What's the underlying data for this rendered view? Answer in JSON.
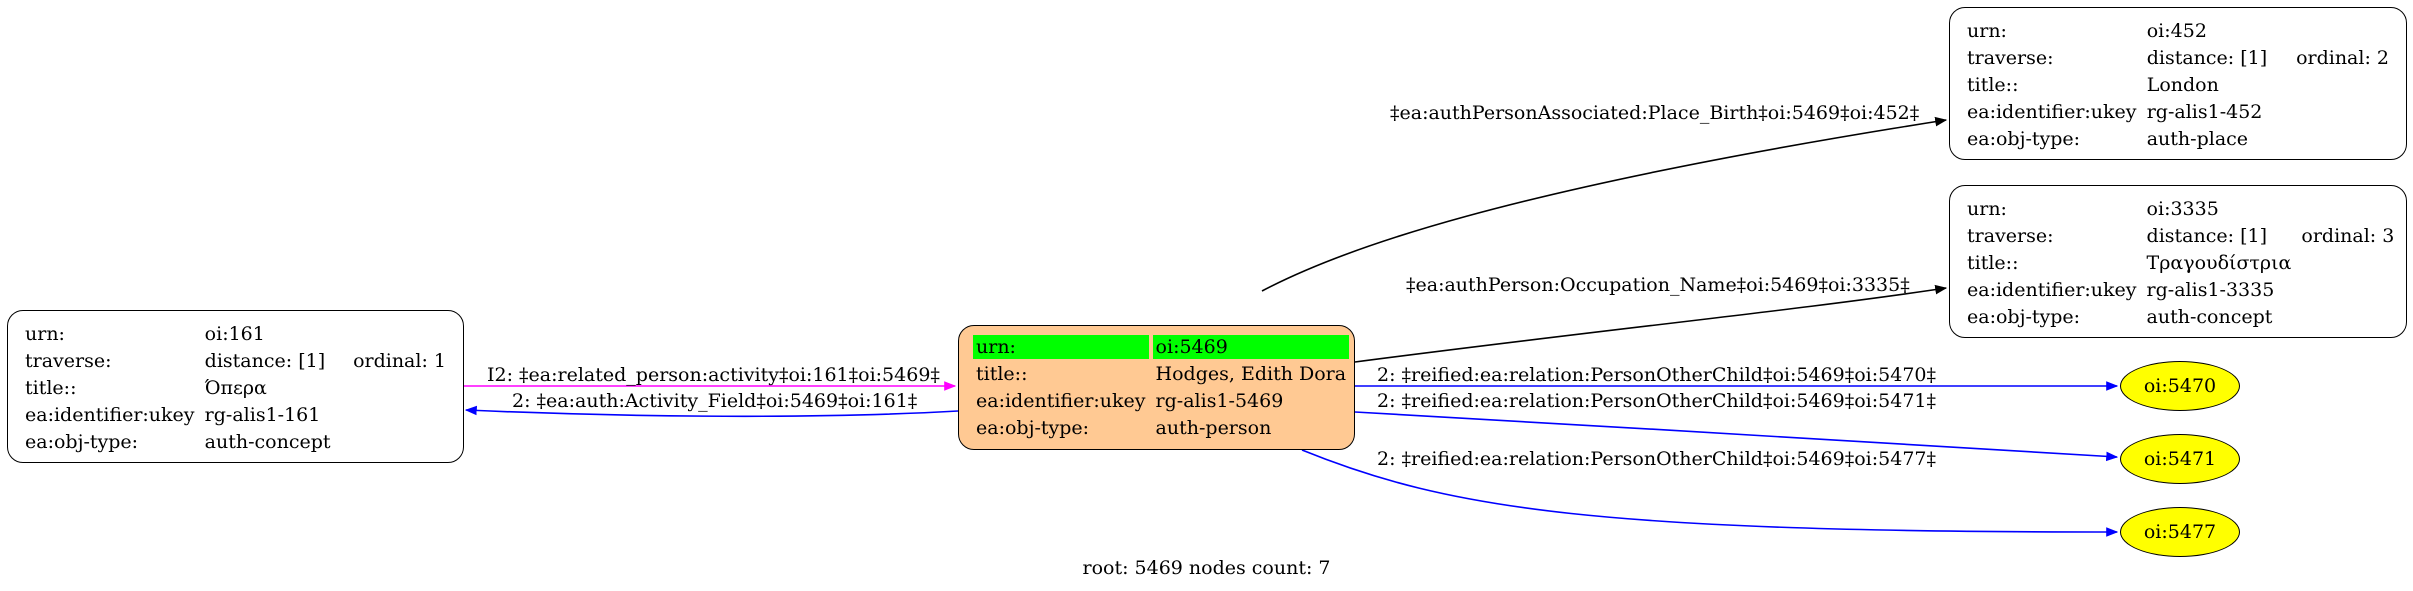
{
  "nodes": {
    "n161": {
      "rows": [
        [
          "urn:",
          "oi:161",
          ""
        ],
        [
          "traverse:",
          "distance: [1]",
          "ordinal: 1"
        ],
        [
          "title::",
          "Όπερα",
          ""
        ],
        [
          "ea:identifier:ukey",
          "rg-alis1-161",
          ""
        ],
        [
          "ea:obj-type:",
          "auth-concept",
          ""
        ]
      ]
    },
    "n5469": {
      "rows": [
        [
          "urn:",
          "oi:5469"
        ],
        [
          "title::",
          "Hodges, Edith Dora"
        ],
        [
          "ea:identifier:ukey",
          "rg-alis1-5469"
        ],
        [
          "ea:obj-type:",
          "auth-person"
        ]
      ]
    },
    "n452": {
      "rows": [
        [
          "urn:",
          "oi:452",
          ""
        ],
        [
          "traverse:",
          "distance: [1]",
          "ordinal: 2"
        ],
        [
          "title::",
          "London",
          ""
        ],
        [
          "ea:identifier:ukey",
          "rg-alis1-452",
          ""
        ],
        [
          "ea:obj-type:",
          "auth-place",
          ""
        ]
      ]
    },
    "n3335": {
      "rows": [
        [
          "urn:",
          "oi:3335",
          ""
        ],
        [
          "traverse:",
          "distance: [1]",
          "ordinal: 3"
        ],
        [
          "title::",
          "Τραγουδίστρια",
          ""
        ],
        [
          "ea:identifier:ukey",
          "rg-alis1-3335",
          ""
        ],
        [
          "ea:obj-type:",
          "auth-concept",
          ""
        ]
      ]
    },
    "e5470": "oi:5470",
    "e5471": "oi:5471",
    "e5477": "oi:5477"
  },
  "edges": {
    "place_birth": "‡ea:authPersonAssociated:Place_Birth‡oi:5469‡oi:452‡",
    "occupation": "‡ea:authPerson:Occupation_Name‡oi:5469‡oi:3335‡",
    "related_activity": "I2: ‡ea:related_person:activity‡oi:161‡oi:5469‡",
    "activity_field": "2: ‡ea:auth:Activity_Field‡oi:5469‡oi:161‡",
    "child_5470": "2: ‡reified:ea:relation:PersonOtherChild‡oi:5469‡oi:5470‡",
    "child_5471": "2: ‡reified:ea:relation:PersonOtherChild‡oi:5469‡oi:5471‡",
    "child_5477": "2: ‡reified:ea:relation:PersonOtherChild‡oi:5469‡oi:5477‡"
  },
  "colors": {
    "root_fill": "#ffc993",
    "highlight": "#00ff00",
    "leaf_fill": "#ffff00",
    "edge_black": "#000000",
    "edge_blue": "#0000ff",
    "edge_magenta": "#ff00ff"
  },
  "footer": "root: 5469 nodes count: 7"
}
